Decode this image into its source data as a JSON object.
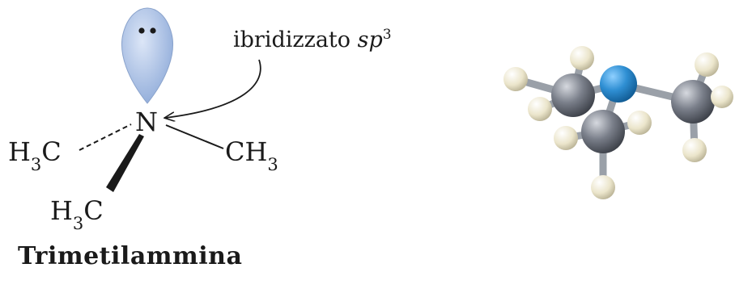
{
  "structure": {
    "atom_center": "N",
    "groups": {
      "left": {
        "main": "H",
        "sub": "3",
        "tail": "C"
      },
      "right": {
        "main": "CH",
        "sub": "3"
      },
      "bottom": {
        "main": "H",
        "sub": "3",
        "tail": "C"
      }
    },
    "orbital_label": {
      "text": "ibridizzato ",
      "italic": "sp",
      "sup": "3"
    }
  },
  "caption": "Trimetilammina",
  "colors": {
    "lobe": "#a9c0e6",
    "nitrogen_ball": "#2f8fd3",
    "carbon_ball": "#6f7480",
    "hydrogen_ball": "#ece7cf",
    "bond": "#9aa0a8"
  }
}
